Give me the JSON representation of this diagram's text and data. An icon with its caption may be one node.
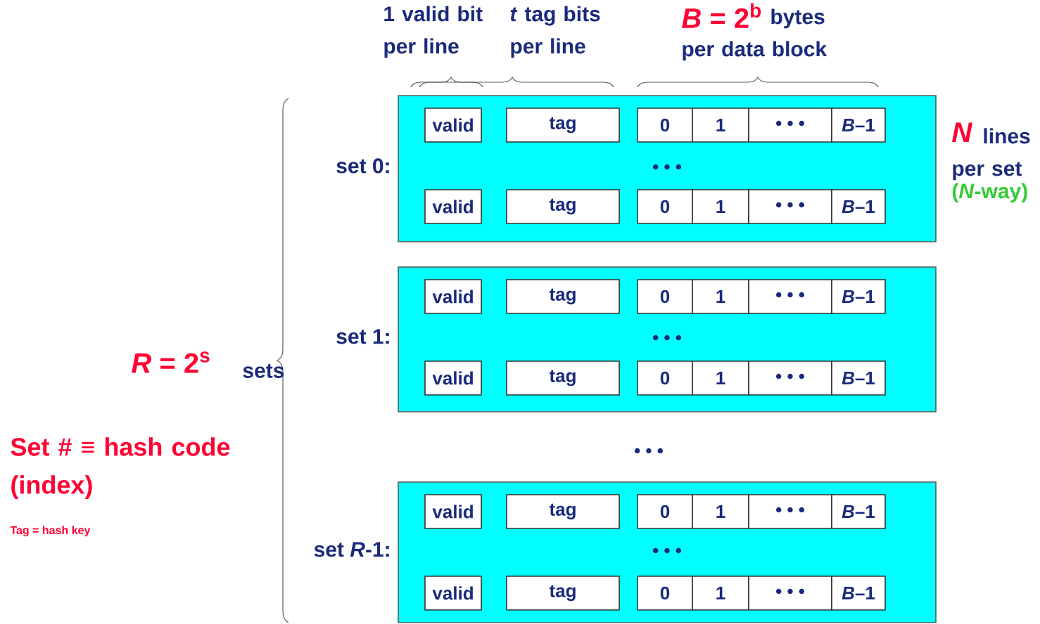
{
  "diagram": {
    "nodes": [
      {
        "text": [
          "• • •"
        ],
        "beside": [
          "set 0:"
        ]
      },
      {
        "text": [
          "valid"
        ],
        "in": 0
      },
      {
        "text": [
          "tag"
        ],
        "in": 0
      },
      {
        "text": [
          "0"
        ],
        "in": 0
      },
      {
        "text": [
          "1"
        ],
        "in": 0
      },
      {
        "text": [
          "• • •"
        ],
        "in": 0
      },
      {
        "text": [
          "*B*–1"
        ],
        "in": 0
      },
      {
        "text": [
          "valid"
        ],
        "in": 0
      },
      {
        "text": [
          "tag"
        ],
        "in": 0
      },
      {
        "text": [
          "0"
        ],
        "in": 0
      },
      {
        "text": [
          "1"
        ],
        "in": 0
      },
      {
        "text": [
          "• • •"
        ],
        "in": 0
      },
      {
        "text": [
          "*B*–1"
        ],
        "in": 0
      },
      {
        "text": [
          "• • •"
        ],
        "beside": [
          "set 1:"
        ]
      },
      {
        "text": [
          "valid"
        ],
        "in": 13
      },
      {
        "text": [
          "tag"
        ],
        "in": 13
      },
      {
        "text": [
          "0"
        ],
        "in": 13
      },
      {
        "text": [
          "1"
        ],
        "in": 13
      },
      {
        "text": [
          "• • •"
        ],
        "in": 13
      },
      {
        "text": [
          "*B*–1"
        ],
        "in": 13
      },
      {
        "text": [
          "valid"
        ],
        "in": 13
      },
      {
        "text": [
          "tag"
        ],
        "in": 13
      },
      {
        "text": [
          "0"
        ],
        "in": 13
      },
      {
        "text": [
          "1"
        ],
        "in": 13
      },
      {
        "text": [
          "• • •"
        ],
        "in": 13
      },
      {
        "text": [
          "*B*–1"
        ],
        "in": 13
      },
      {
        "text": [
          "• • •"
        ],
        "beside": [
          "set *R*-1:"
        ]
      },
      {
        "text": [
          "valid"
        ],
        "in": 26
      },
      {
        "text": [
          "tag"
        ],
        "in": 26
      },
      {
        "text": [
          "0"
        ],
        "in": 26
      },
      {
        "text": [
          "1"
        ],
        "in": 26
      },
      {
        "text": [
          "• • •"
        ],
        "in": 26
      },
      {
        "text": [
          "*B*–1"
        ],
        "in": 26
      },
      {
        "text": [
          "valid"
        ],
        "in": 26
      },
      {
        "text": [
          "tag"
        ],
        "in": 26
      },
      {
        "text": [
          "0"
        ],
        "in": 26
      },
      {
        "text": [
          "1"
        ],
        "in": 26
      },
      {
        "text": [
          "• • •"
        ],
        "in": 26
      },
      {
        "text": [
          "*B*–1"
        ],
        "in": 26
      }
    ],
    "labels": [
      "1 valid bit per line",
      "*t* tag bits per line",
      "*B* = 2$^{b}$",
      "bytes per data block",
      "*N*",
      "lines per set",
      "(*N*-way)",
      "*R* = 2$^{s}$",
      "sets",
      "• • •",
      "Set #  ≡  hash code (index)",
      "Tag = hash key"
    ]
  }
}
